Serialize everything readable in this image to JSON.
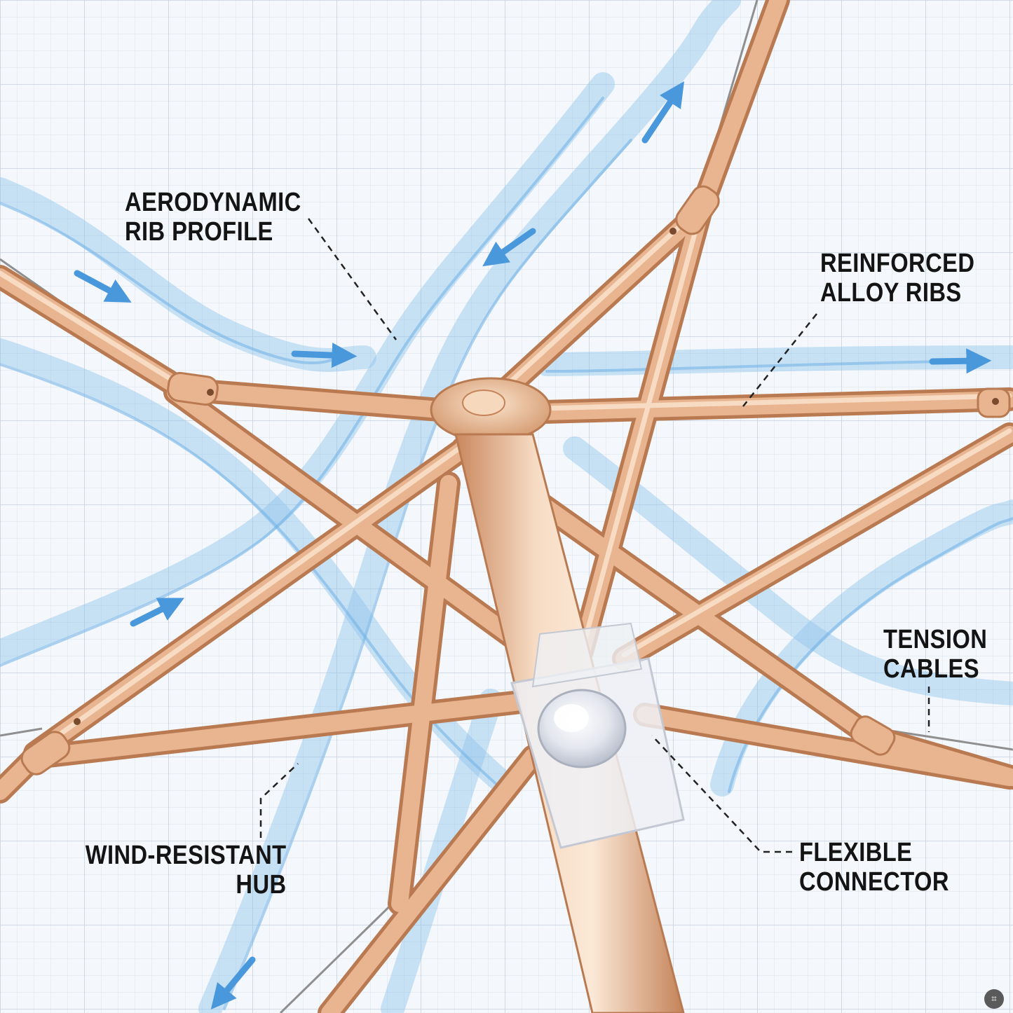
{
  "labels": {
    "aerodynamic_rib_profile": [
      "AERODYNAMIC",
      "RIB PROFILE"
    ],
    "reinforced_alloy_ribs": [
      "REINFORCED",
      "ALLOY RIBS"
    ],
    "tension_cables": [
      "TENSION",
      "CABLES"
    ],
    "wind_resistant_hub": [
      "WIND-RESISTANT",
      "HUB"
    ],
    "flexible_connector": [
      "FLEXIBLE",
      "CONNECTOR"
    ]
  },
  "colors": {
    "background": "#f4f7fb",
    "grid_minor": "#dbe3ee",
    "grid_major": "#c6d1e0",
    "airflow": "#8ec3ec",
    "airflow_arrow": "#4a98dc",
    "rib_light": "#f0c9a5",
    "rib_mid": "#dca27a",
    "rib_dark": "#b97a52",
    "cable": "#8f8f8f",
    "connector": "#eef0f4",
    "label_text": "#141414"
  },
  "icons": {
    "corner_badge": "scan-icon"
  }
}
